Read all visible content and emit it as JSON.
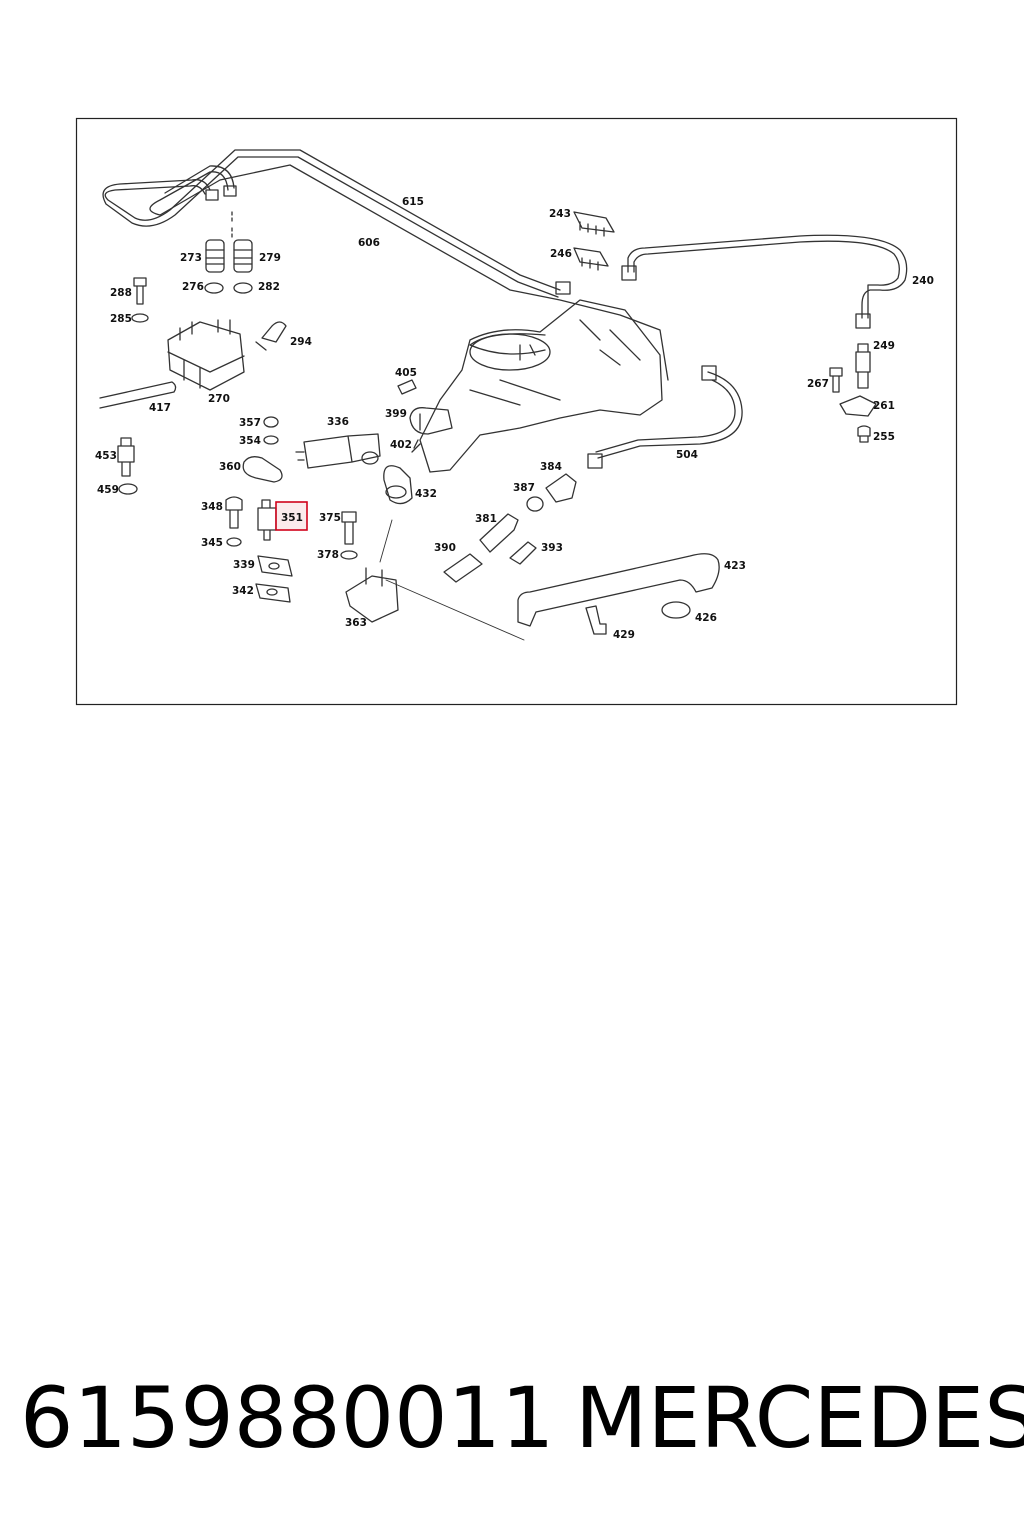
{
  "diagram": {
    "highlighted_part": "351",
    "highlight_color": "#d0021b",
    "labels": {
      "p615": "615",
      "p606": "606",
      "p243": "243",
      "p246": "246",
      "p240": "240",
      "p273": "273",
      "p279": "279",
      "p276": "276",
      "p282": "282",
      "p288": "288",
      "p285": "285",
      "p294": "294",
      "p270": "270",
      "p417": "417",
      "p405": "405",
      "p399": "399",
      "p402": "402",
      "p336": "336",
      "p357": "357",
      "p354": "354",
      "p360": "360",
      "p453": "453",
      "p459": "459",
      "p348": "348",
      "p351": "351",
      "p345": "345",
      "p339": "339",
      "p342": "342",
      "p375": "375",
      "p378": "378",
      "p432": "432",
      "p363": "363",
      "p384": "384",
      "p387": "387",
      "p381": "381",
      "p390": "390",
      "p393": "393",
      "p504": "504",
      "p423": "423",
      "p426": "426",
      "p429": "429",
      "p249": "249",
      "p267": "267",
      "p261": "261",
      "p255": "255"
    }
  },
  "caption": {
    "part_number": "6159880011",
    "brand": "MERCEDES"
  }
}
